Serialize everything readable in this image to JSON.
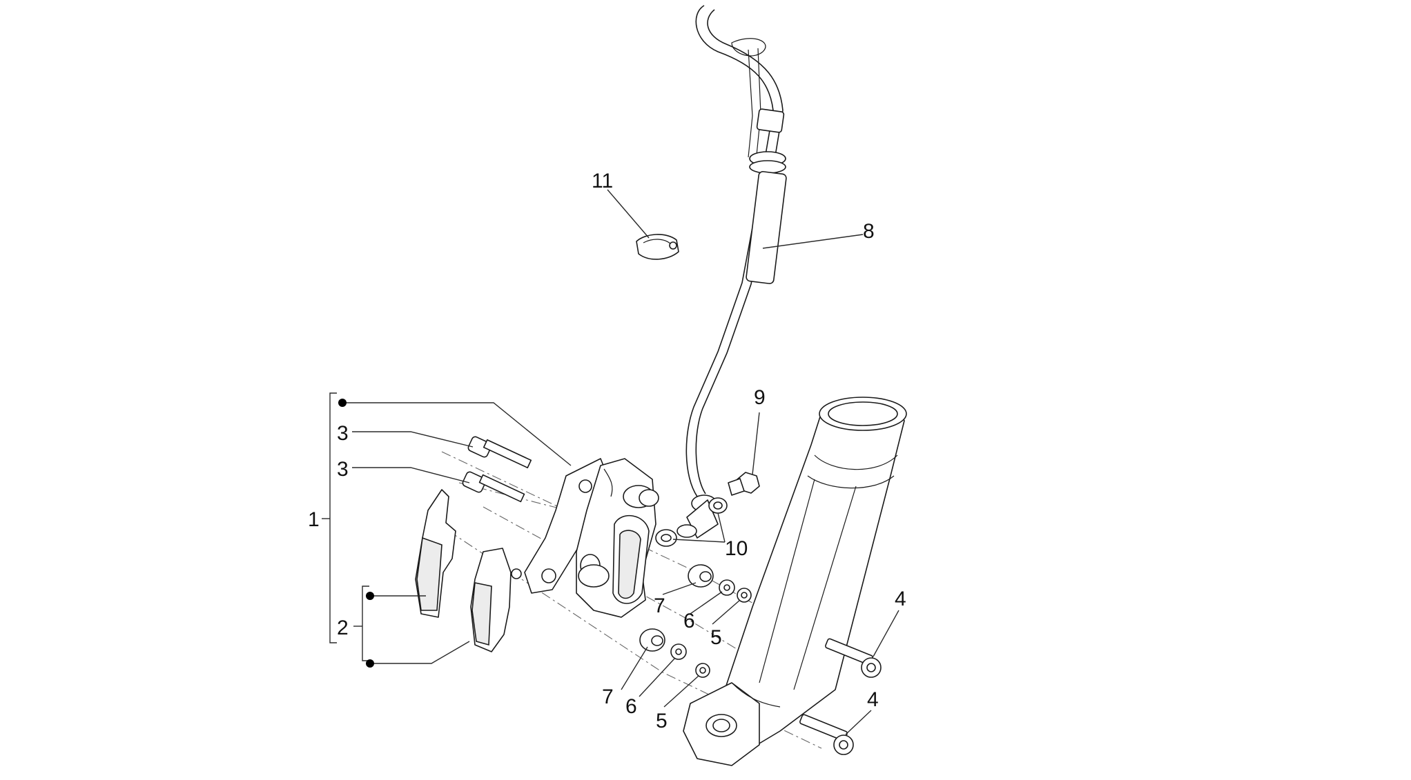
{
  "callouts": {
    "c1": "1",
    "c2": "2",
    "c3a": "3",
    "c3b": "3",
    "c4a": "4",
    "c4b": "4",
    "c5a": "5",
    "c5b": "5",
    "c6a": "6",
    "c6b": "6",
    "c7a": "7",
    "c7b": "7",
    "c8": "8",
    "c9": "9",
    "c10": "10",
    "c11": "11"
  }
}
